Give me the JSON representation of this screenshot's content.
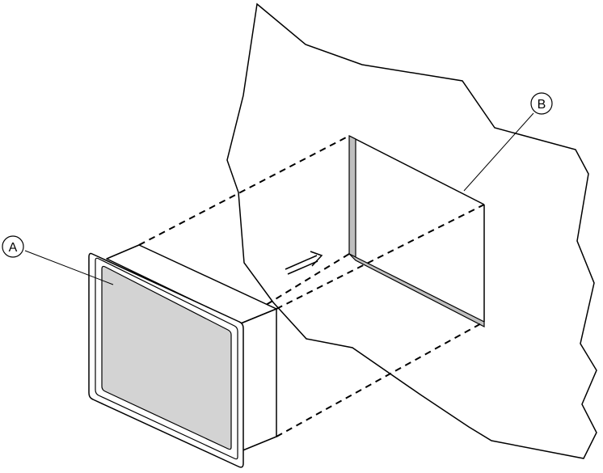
{
  "diagram": {
    "callouts": [
      {
        "id": "a",
        "label": "A"
      },
      {
        "id": "b",
        "label": "B"
      }
    ],
    "colors": {
      "line": "#000000",
      "panel_fill": "#d3d3d3",
      "background": "#ffffff"
    }
  }
}
